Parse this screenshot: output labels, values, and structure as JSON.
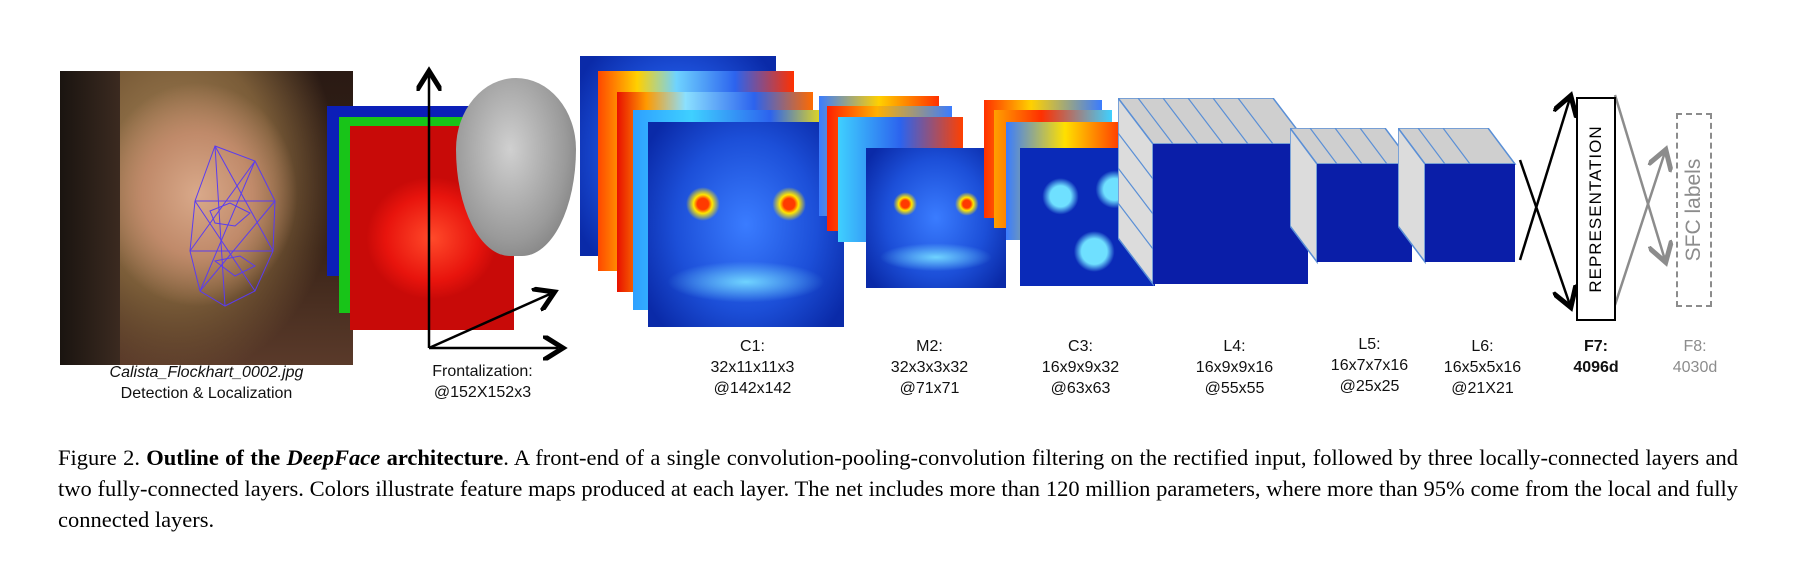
{
  "photo": {
    "filename": "Calista_Flockhart_0002.jpg",
    "stage": "Detection & Localization"
  },
  "frontalization": {
    "title": "Frontalization:",
    "size": "@152X152x3"
  },
  "layers": [
    {
      "name": "C1:",
      "dims": "32x11x11x3",
      "out": "@142x142"
    },
    {
      "name": "M2:",
      "dims": "32x3x3x32",
      "out": "@71x71"
    },
    {
      "name": "C3:",
      "dims": "16x9x9x32",
      "out": "@63x63"
    },
    {
      "name": "L4:",
      "dims": "16x9x9x16",
      "out": "@55x55"
    },
    {
      "name": "L5:",
      "dims": "16x7x7x16",
      "out": "@25x25"
    },
    {
      "name": "L6:",
      "dims": "16x5x5x16",
      "out": "@21X21"
    }
  ],
  "f7": {
    "name": "F7:",
    "dims": "4096d",
    "box_text": "REPRESENTATION"
  },
  "f8": {
    "name": "F8:",
    "dims": "4030d",
    "box_text": "SFC labels"
  },
  "caption": {
    "figure_no": "Figure 2.",
    "title_a": "Outline of the ",
    "title_em": "DeepFace",
    "title_b": " architecture",
    "body": ". A front-end of a single convolution-pooling-convolution filtering on the rectified input, followed by three locally-connected layers and two fully-connected layers. Colors illustrate feature maps produced at each layer. The net includes more than 120 million parameters, where more than 95% come from the local and fully connected layers."
  },
  "colors": {
    "arrow": "#000000",
    "blue_map": "#1f4fd6",
    "red_channel": "#e8140d",
    "green_channel": "#18c418",
    "f8_gray": "#8c8c8c",
    "mesh": "#5a3cf0"
  }
}
